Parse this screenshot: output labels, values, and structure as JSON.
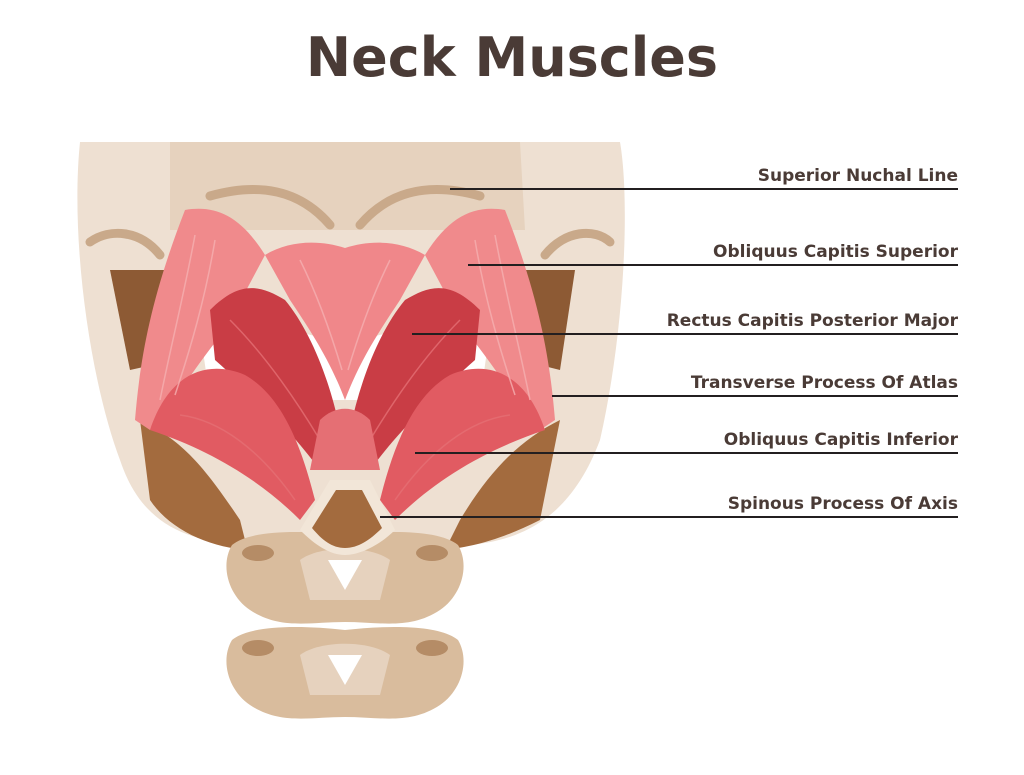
{
  "title": "Neck Muscles",
  "labels": [
    "Superior Nuchal Line",
    "Obliquus Capitis Superior",
    "Rectus Capitis Posterior Major",
    "Transverse Process Of Atlas",
    "Obliquus Capitis Inferior",
    "Spinous Process Of Axis"
  ],
  "colors": {
    "skull_light": "#eee0d2",
    "skull_mid": "#e6d2be",
    "bone": "#d9bc9d",
    "bone_dark": "#b58c66",
    "brown": "#a36b3e",
    "muscle_light": "#f08a8c",
    "muscle_mid": "#e15b62",
    "muscle_dark": "#c93d45",
    "text": "#4a3b36"
  }
}
